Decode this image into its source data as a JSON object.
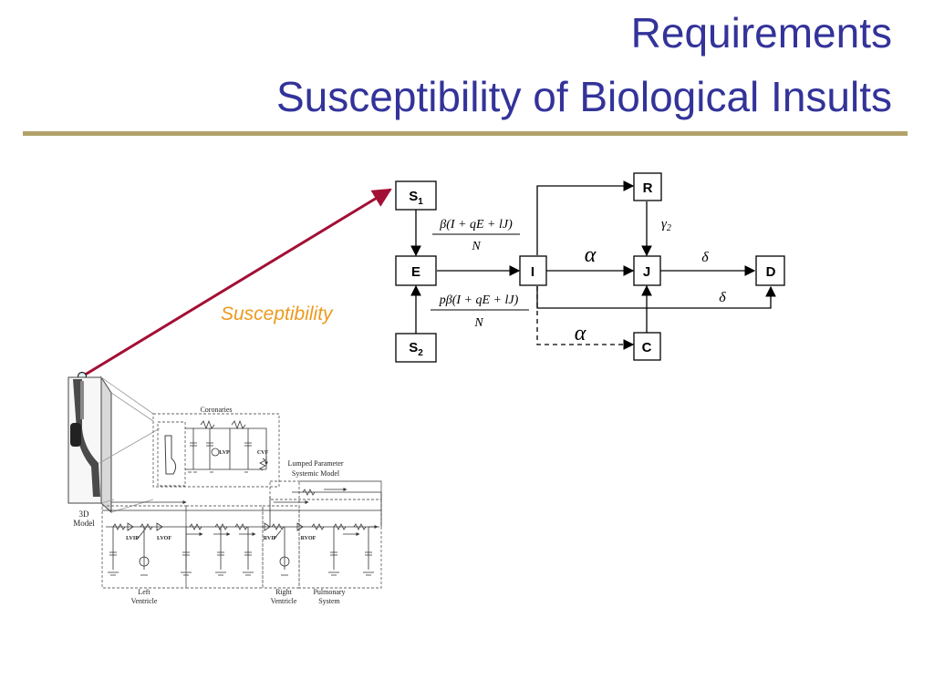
{
  "slide": {
    "title_line1": "Requirements",
    "title_line2": "Susceptibility of Biological Insults"
  },
  "annotation": {
    "susceptibility_label": "Susceptibility"
  },
  "colors": {
    "title": "#33339a",
    "rule": "#b2a26a",
    "annotation": "#ec9a1f",
    "pointer_arrow": "#a30f35"
  },
  "compartment_model": {
    "nodes": {
      "S1": {
        "base": "S",
        "sub": "1"
      },
      "S2": {
        "base": "S",
        "sub": "2"
      },
      "E": "E",
      "I": "I",
      "R": "R",
      "J": "J",
      "C": "C",
      "D": "D"
    },
    "rates": {
      "s1_to_e": {
        "numerator": "β(I + qE + lJ)",
        "denominator": "N"
      },
      "s2_to_e": {
        "numerator": "pβ(I + qE + lJ)",
        "denominator": "N"
      },
      "i_to_j": "α",
      "i_to_c": "α",
      "r_to_j": {
        "base": "γ",
        "sub": "2"
      },
      "j_to_d": "δ",
      "i_to_d": "δ"
    }
  },
  "circuit_figure": {
    "labels": {
      "coronaries": "Coronaries",
      "lumped1": "Lumped Parameter",
      "lumped2": "Systemic Model",
      "model3d_1": "3D",
      "model3d_2": "Model",
      "left_1": "Left",
      "left_2": "Ventricle",
      "right_1": "Right",
      "right_2": "Ventricle",
      "pulm_1": "Pulmonary",
      "pulm_2": "System",
      "lvp": "LVP",
      "cvf": "CVF",
      "lvip": "LVIP",
      "lvof": "LVOF",
      "rvip": "RVIP",
      "rvof": "RVOF"
    }
  }
}
